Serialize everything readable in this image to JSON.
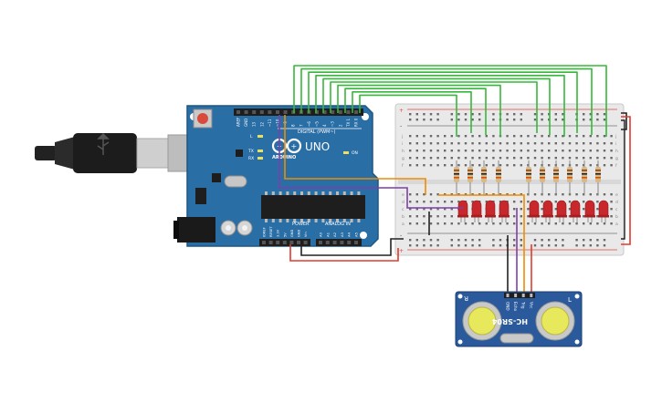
{
  "arduino": {
    "brand": "ARDUINO",
    "model": "UNO",
    "digital_header_label": "DIGITAL (PWM~)",
    "power_label": "POWER",
    "analog_label": "ANALOG IN",
    "led_labels": [
      "L",
      "TX",
      "RX"
    ],
    "on_label": "ON",
    "top_pin_labels": [
      "AREF",
      "GND",
      "13",
      "12",
      "~11",
      "~10",
      "~9",
      "8",
      "7",
      "~6",
      "~5",
      "4",
      "~3",
      "2",
      "TX 1",
      "RX 0"
    ],
    "power_pin_labels": [
      "IOREF",
      "RESET",
      "3.3V",
      "5V",
      "GND",
      "GND",
      "Vin"
    ],
    "analog_pin_labels": [
      "A0",
      "A1",
      "A2",
      "A3",
      "A4",
      "A5"
    ]
  },
  "sensor": {
    "model": "HC-SR04",
    "pin_labels": [
      "GND",
      "Echo",
      "Trig",
      "Vcc"
    ],
    "corner_left": "R",
    "corner_right": "L"
  },
  "breadboard": {
    "row_letters_top": [
      "j",
      "i",
      "h",
      "g",
      "f"
    ],
    "row_letters_bottom": [
      "e",
      "d",
      "c",
      "b",
      "a"
    ],
    "plus_label": "+",
    "minus_label": "-"
  },
  "colors": {
    "board": "#2a6ea6",
    "board_dark": "#1f5784",
    "breadboard": "#e9e9e9",
    "rail_red": "#e0463e",
    "rail_black": "#3a3a3a",
    "wire_green": "#35b83a",
    "wire_orange": "#f08c00",
    "wire_purple": "#7e3fa8",
    "wire_red": "#e23a2e",
    "wire_black": "#222222",
    "led": "#c8282c",
    "resistor": "#d9b88a",
    "sensor_board": "#2a5a9c"
  }
}
